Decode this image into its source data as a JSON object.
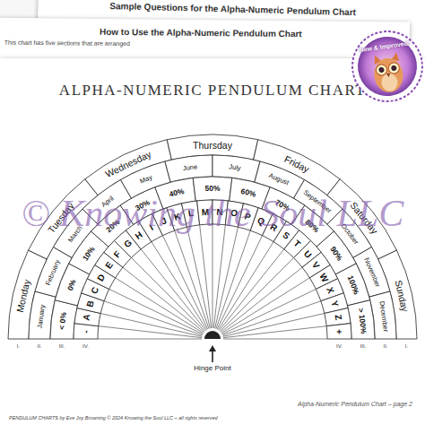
{
  "diagram": {
    "nodes": [
      {
        "text": [
          "Sample Questions for the Alpha-Numeric Pendulum Chart"
        ]
      },
      {
        "text": [
          "How to Use the Alpha-Numeric Pendulum Chart",
          "This chart has five sections that are arranged"
        ]
      },
      {
        "text": [
          "ALPHA-NUMERIC PENDULUM CHART",
          "PENDULUM CHARTS by Eve Joy Browning © 2024 Knowing the Soul LLC – all rights reserved",
          "Alpha-Numeric Pendulum Chart – page 2"
        ]
      },
      {
        "text": [
          "New & Improved!"
        ]
      }
    ],
    "labels": [
      "Monday",
      "Tuesday",
      "Wednesday",
      "Thursday",
      "Friday",
      "Saturday",
      "Sunday",
      "January",
      "February",
      "March",
      "April",
      "May",
      "June",
      "July",
      "August",
      "September",
      "October",
      "November",
      "December",
      "< 0%",
      "0%",
      "10%",
      "20%",
      "30%",
      "40%",
      "50%",
      "60%",
      "70%",
      "80%",
      "90%",
      "100%",
      "> 100%",
      "-",
      "A",
      "B",
      "C",
      "D",
      "E",
      "F",
      "G",
      "H",
      "I",
      "J",
      "K",
      "L",
      "M",
      "N",
      "O",
      "P",
      "Q",
      "R",
      "S",
      "T",
      "U",
      "V",
      "W",
      "X",
      "Y",
      "Z",
      "+",
      "Hinge Point",
      "I.",
      "II.",
      "III.",
      "IV.",
      "IV.",
      "III.",
      "II.",
      "I.",
      "© Knowing the Soul LLC"
    ]
  }
}
